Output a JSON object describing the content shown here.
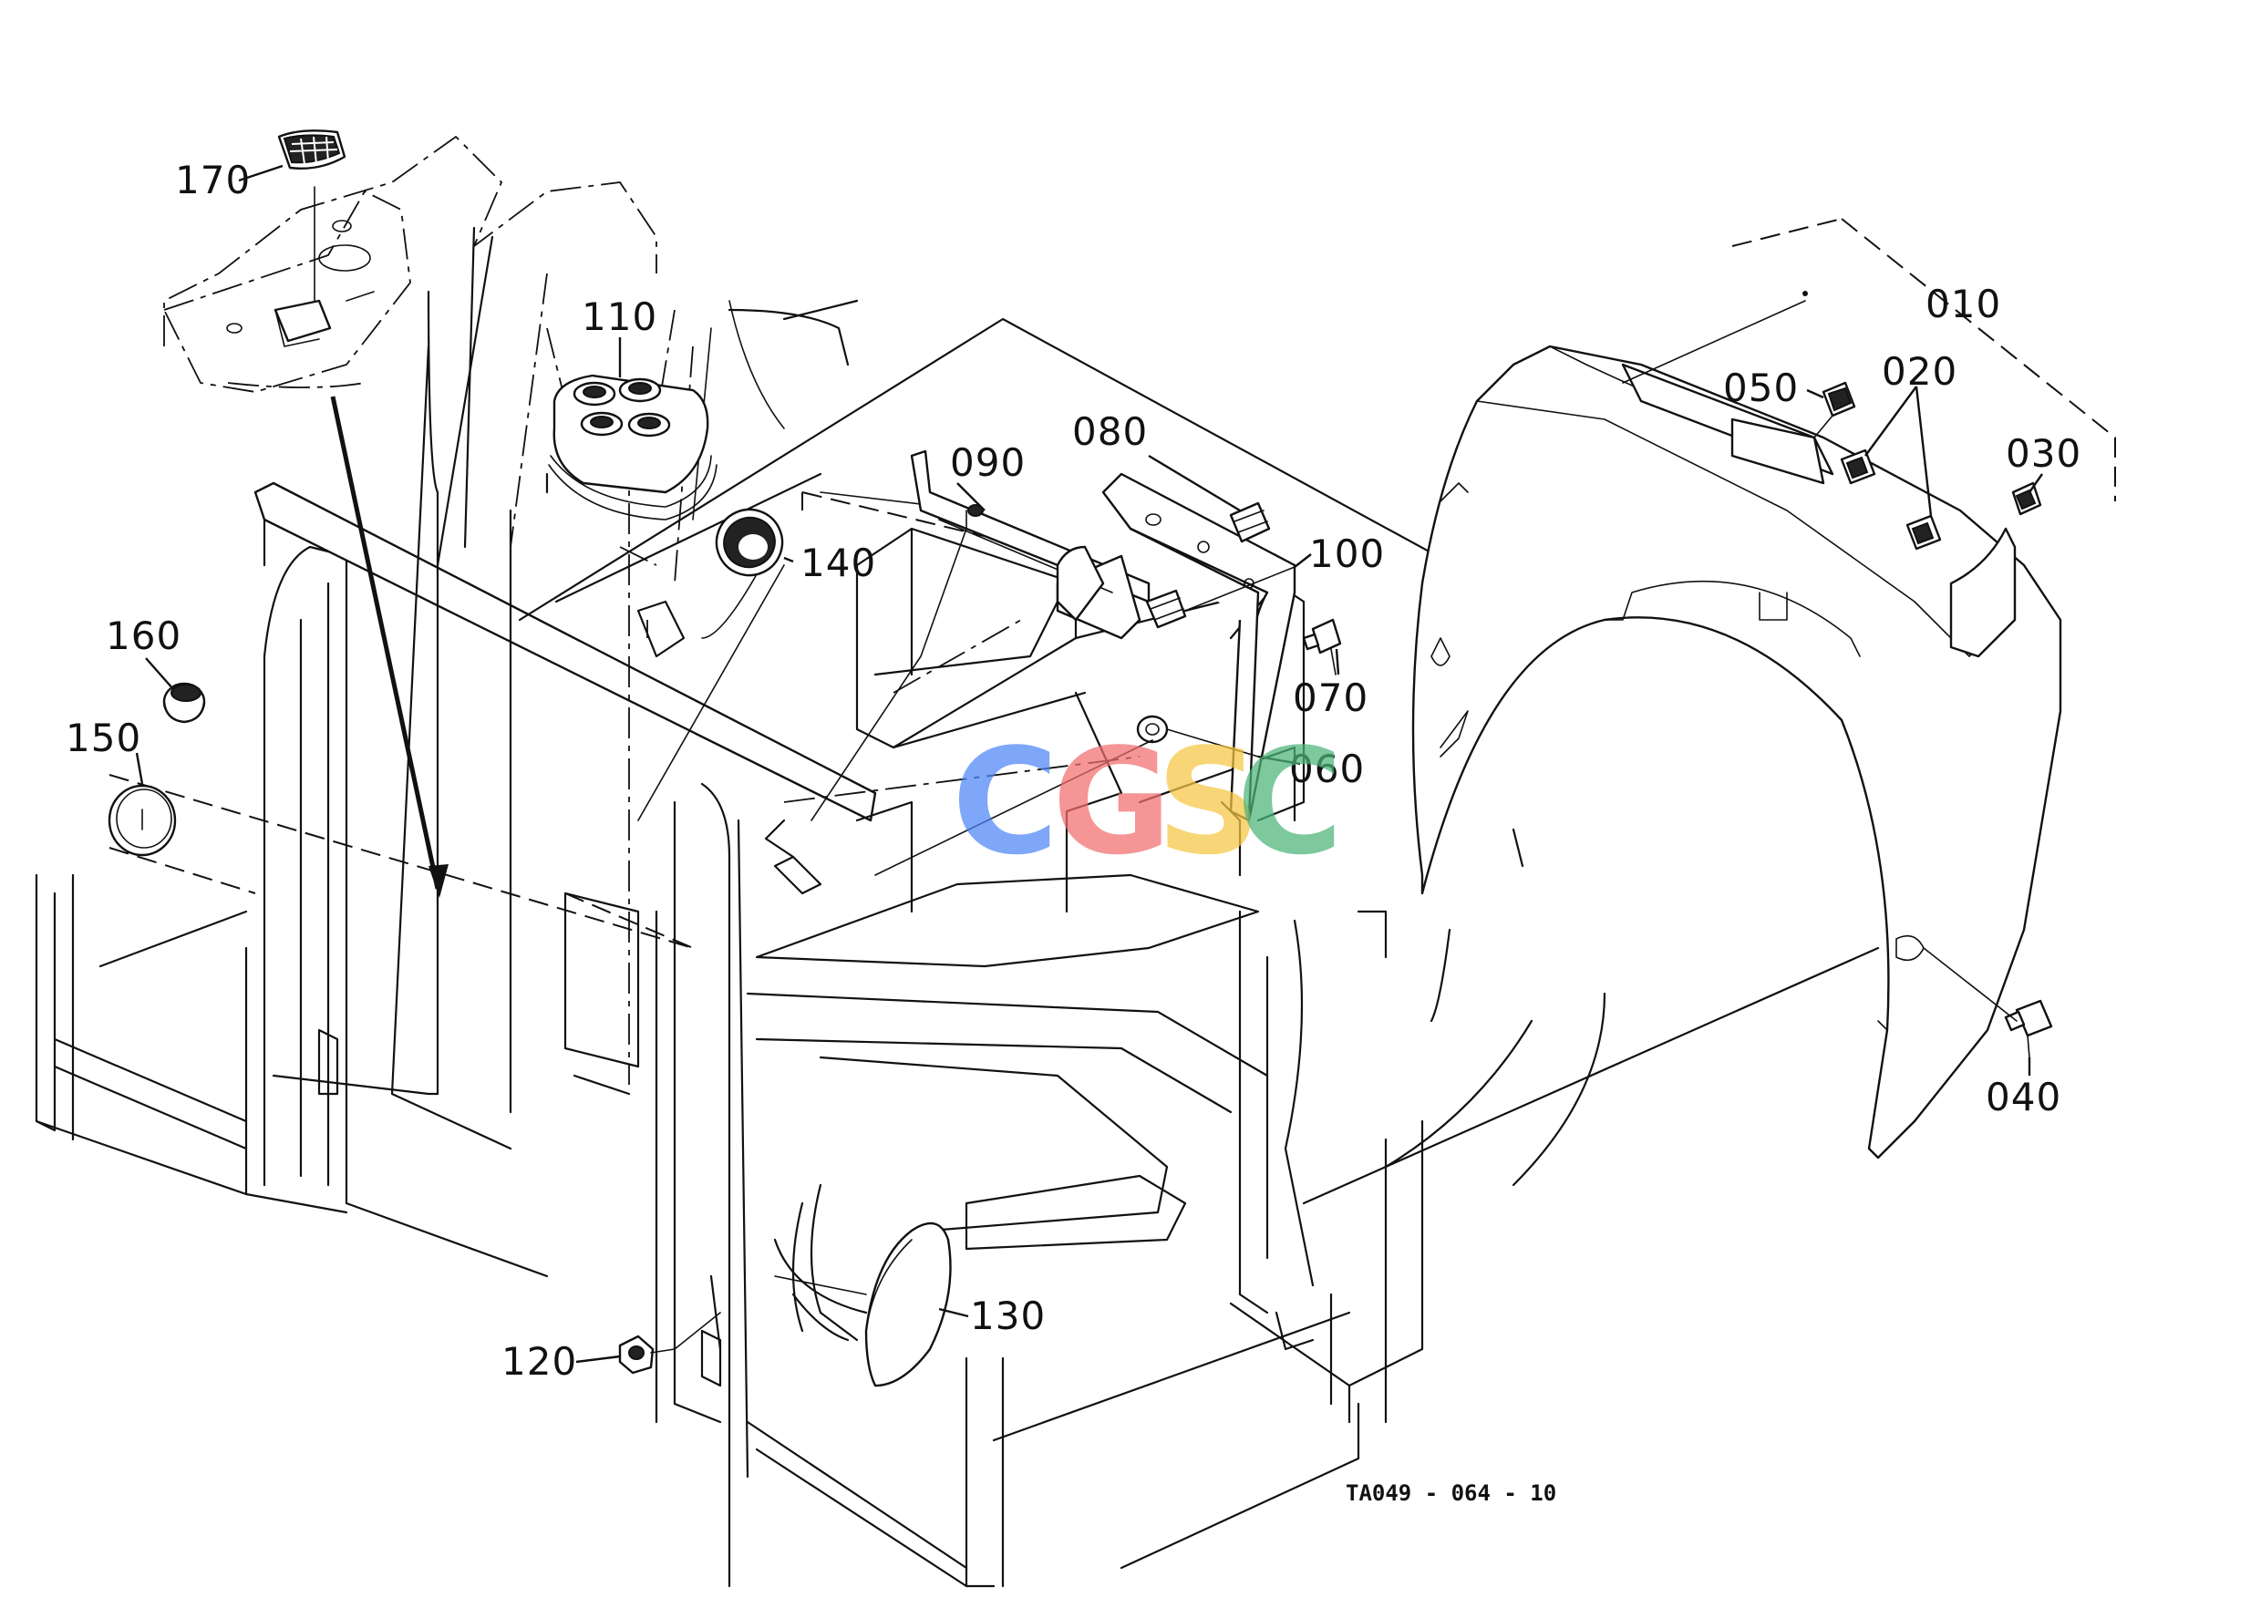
{
  "diagram": {
    "labels": {
      "p010": "010",
      "p020": "020",
      "p030": "030",
      "p040": "040",
      "p050": "050",
      "p060": "060",
      "p070": "070",
      "p080": "080",
      "p090": "090",
      "p100": "100",
      "p110": "110",
      "p120": "120",
      "p130": "130",
      "p140": "140",
      "p150": "150",
      "p160": "160",
      "p170": "170"
    },
    "drawing_ref": "TA049 - 064 - 10"
  },
  "watermark": {
    "letters": [
      "C",
      "G",
      "S",
      "C"
    ],
    "colors": [
      "#4f86f7",
      "#f26d6d",
      "#f6c744",
      "#4db37a"
    ]
  }
}
